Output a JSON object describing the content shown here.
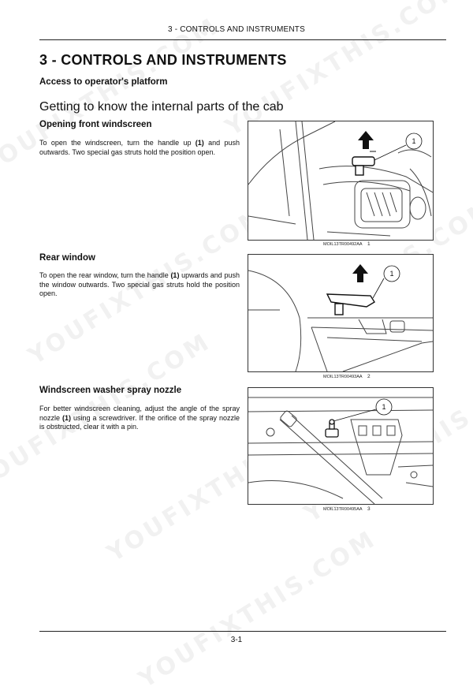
{
  "header": {
    "running_title": "3 - CONTROLS AND INSTRUMENTS"
  },
  "chapter": {
    "title": "3 - CONTROLS AND INSTRUMENTS",
    "subheading": "Access to operator's platform",
    "section_title": "Getting to know the internal parts of the cab"
  },
  "blocks": [
    {
      "title": "Opening front windscreen",
      "text_before": "To open the windscreen, turn the handle up ",
      "bold": "(1)",
      "text_after": " and push outwards.  Two special gas struts hold the position open.",
      "figure_code": "MOIL13TR00492AA",
      "figure_number": "1",
      "callout": "1"
    },
    {
      "title": "Rear window",
      "text_before": "To open the rear window, turn the handle ",
      "bold": "(1)",
      "text_after": " upwards and push the window outwards.  Two special gas struts hold the position open.",
      "figure_code": "MOIL13TR00493AA",
      "figure_number": "2",
      "callout": "1"
    },
    {
      "title": "Windscreen washer spray nozzle",
      "text_before": "For better windscreen cleaning, adjust the angle of the spray nozzle ",
      "bold": "(1)",
      "text_after": " using a screwdriver.  If the orifice of the spray nozzle is obstructed, clear it with a pin.",
      "figure_code": "MOIL13TR00495AA",
      "figure_number": "3",
      "callout": "1"
    }
  ],
  "watermark": {
    "text": "YOUFIXTHIS.COM"
  },
  "footer": {
    "page_number": "3-1"
  }
}
